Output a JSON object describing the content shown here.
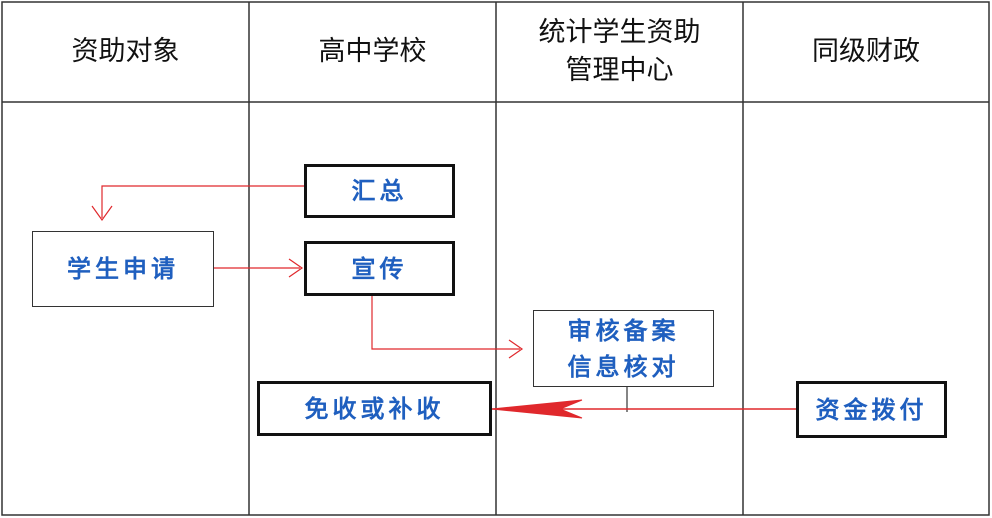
{
  "lanes": [
    {
      "label": "资助对象"
    },
    {
      "label": "高中学校"
    },
    {
      "label": "统计学生资助",
      "label_line2": "管理中心"
    },
    {
      "label": "同级财政"
    }
  ],
  "nodes": {
    "huizong": "汇总",
    "xuesheng_shenqing": "学生申请",
    "xuanchuan": "宣传",
    "shenhe_line1": "审核备案",
    "shenhe_line2": "信息核对",
    "mianshou": "免收或补收",
    "zijin_bofu": "资金拨付"
  },
  "colors": {
    "border": "#333333",
    "connector": "#e0282c",
    "node_text": "#1f5fbf"
  }
}
